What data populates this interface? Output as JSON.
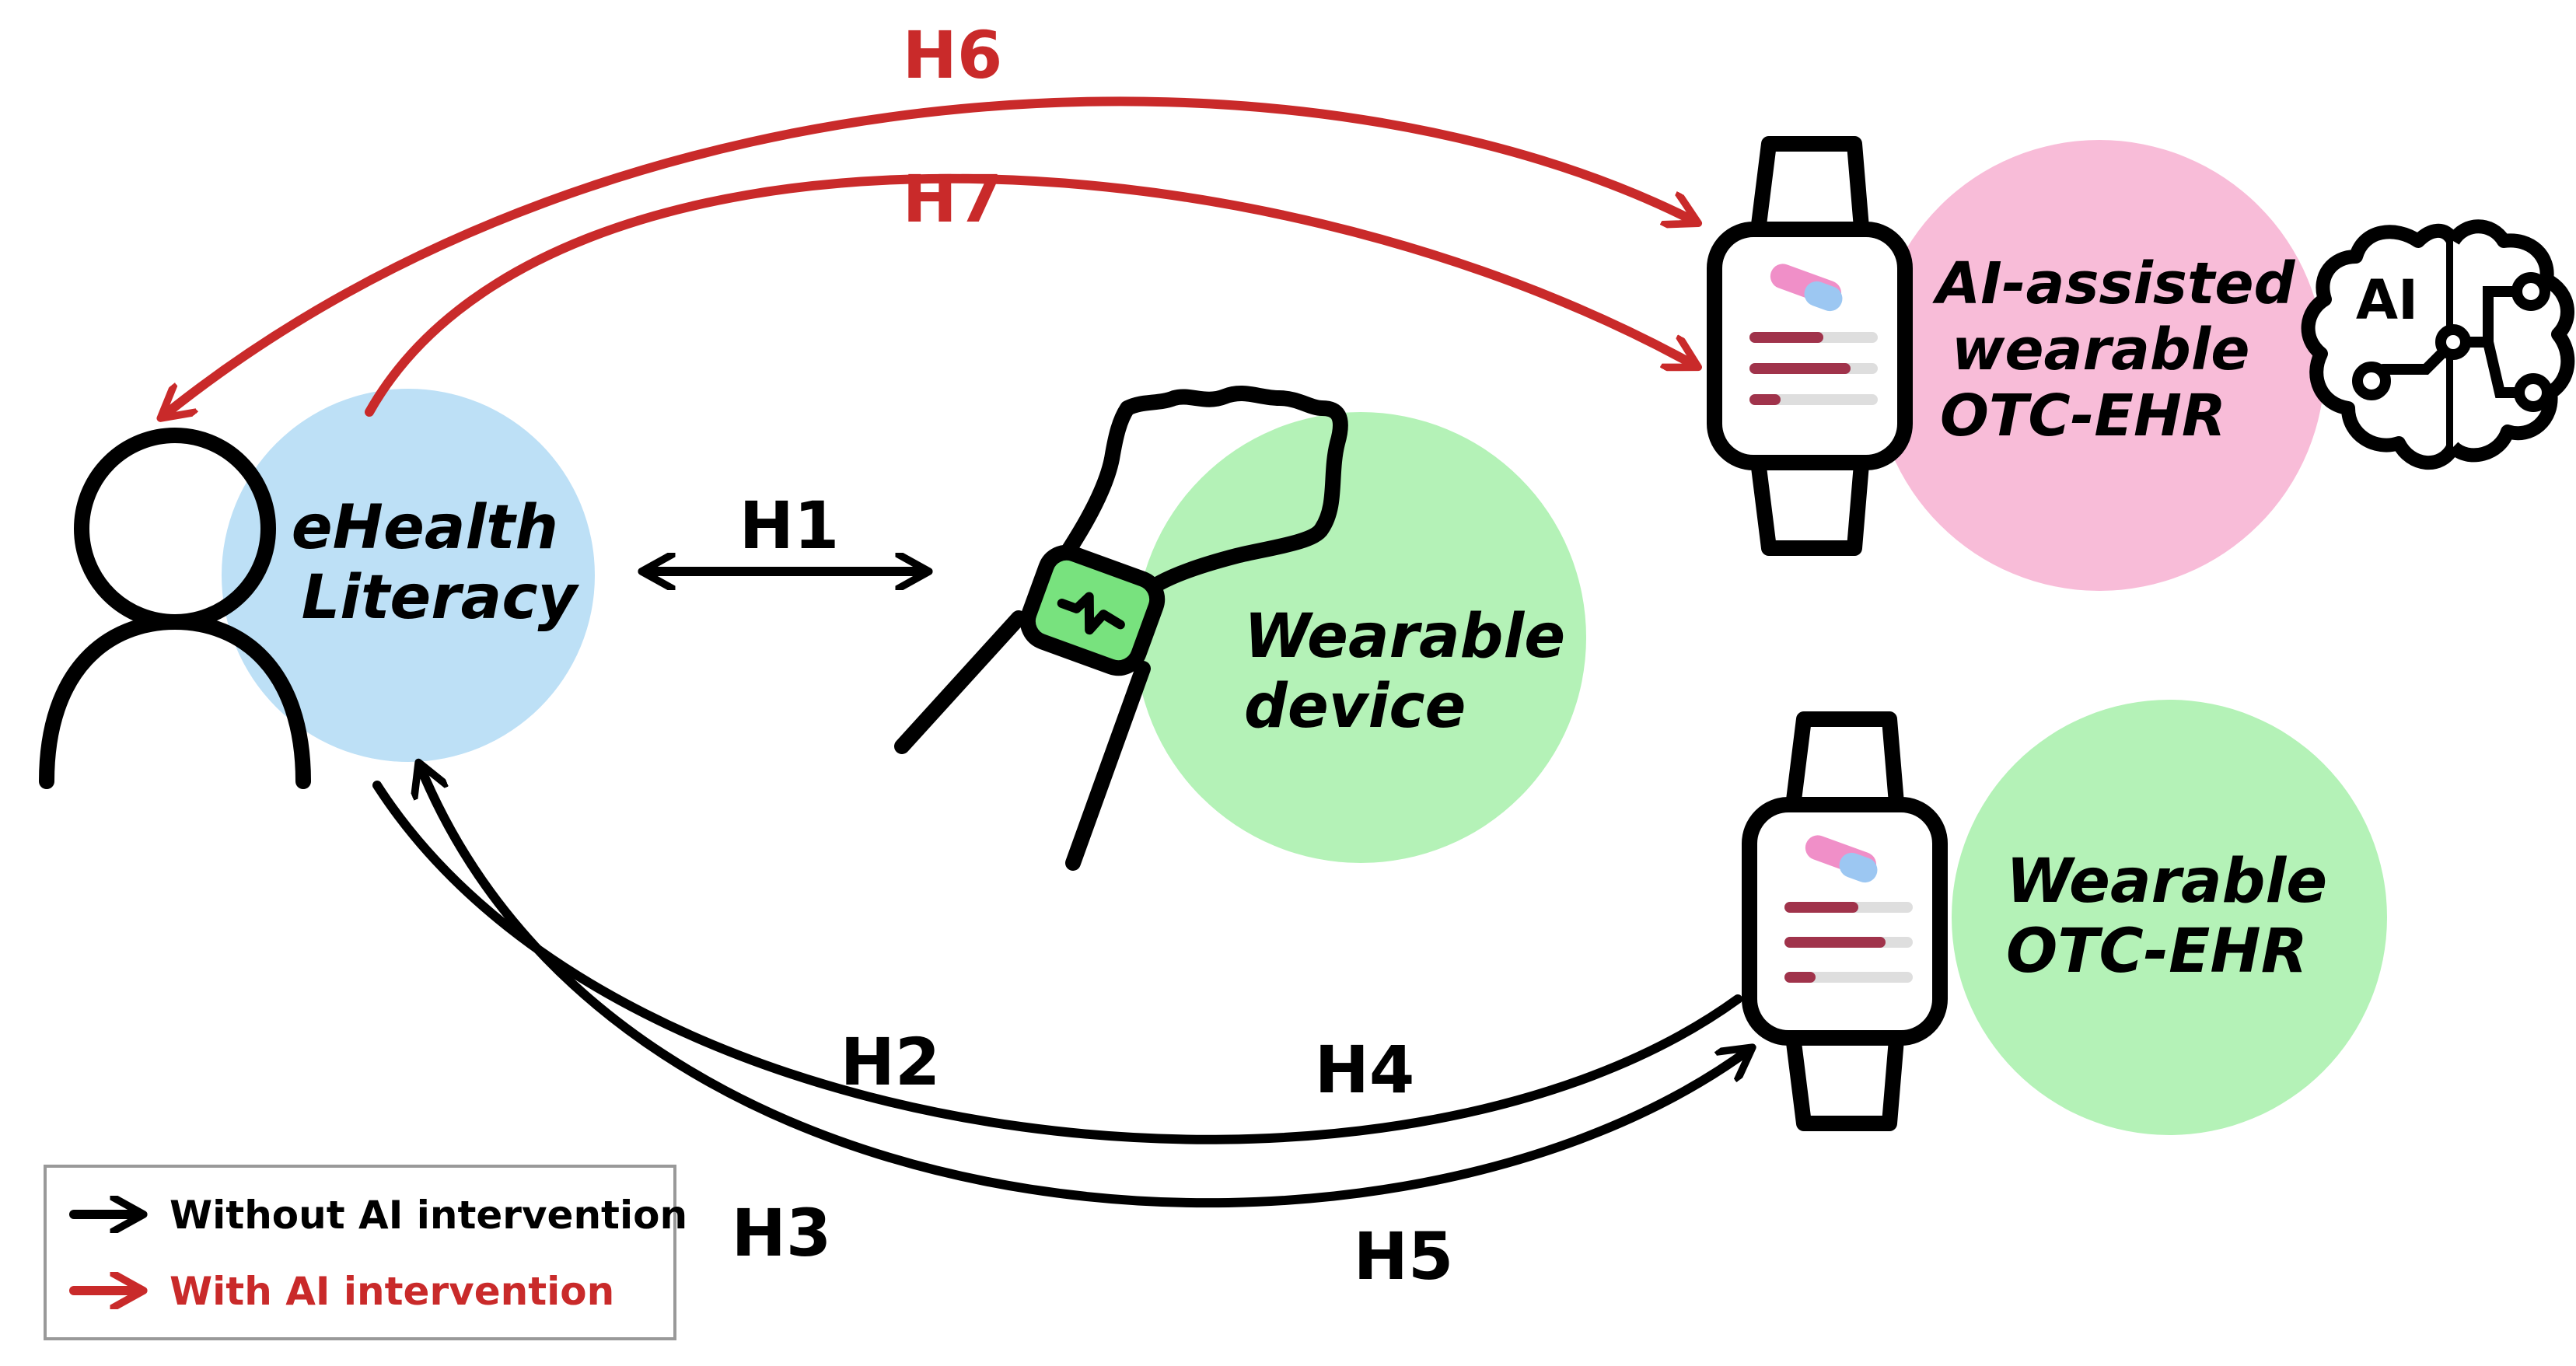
{
  "colors": {
    "black": "#000000",
    "red": "#c92a2a",
    "blue_circle": "#bde0f6",
    "green_circle": "#b4f2b7",
    "pink_circle": "#f8bcd8",
    "bar_dark": "#a0334b",
    "bar_light": "#dedede",
    "pill_pink": "#f08fc8",
    "pill_blue": "#9cc7f2",
    "watch_screen": "#78e27e"
  },
  "nodes": {
    "ehealth": {
      "line1": "eHealth",
      "line2": "Literacy"
    },
    "wearable_device": {
      "line1": "Wearable",
      "line2": "device"
    },
    "ai_ehr": {
      "line1": "AI-assisted",
      "line2": "wearable",
      "line3": "OTC-EHR"
    },
    "otc_ehr": {
      "line1": "Wearable",
      "line2": "OTC-EHR"
    }
  },
  "hypotheses": {
    "h1": "H1",
    "h2": "H2",
    "h3": "H3",
    "h4": "H4",
    "h5": "H5",
    "h6": "H6",
    "h7": "H7"
  },
  "ai_badge": "AI",
  "legend": {
    "without_ai": "Without AI intervention",
    "with_ai": "With AI intervention"
  },
  "icons": {
    "person": "person-icon",
    "wrist_watch": "wrist-watch-icon",
    "smartwatch_ai": "smartwatch-icon",
    "smartwatch": "smartwatch-icon",
    "ai_brain": "ai-brain-icon"
  }
}
